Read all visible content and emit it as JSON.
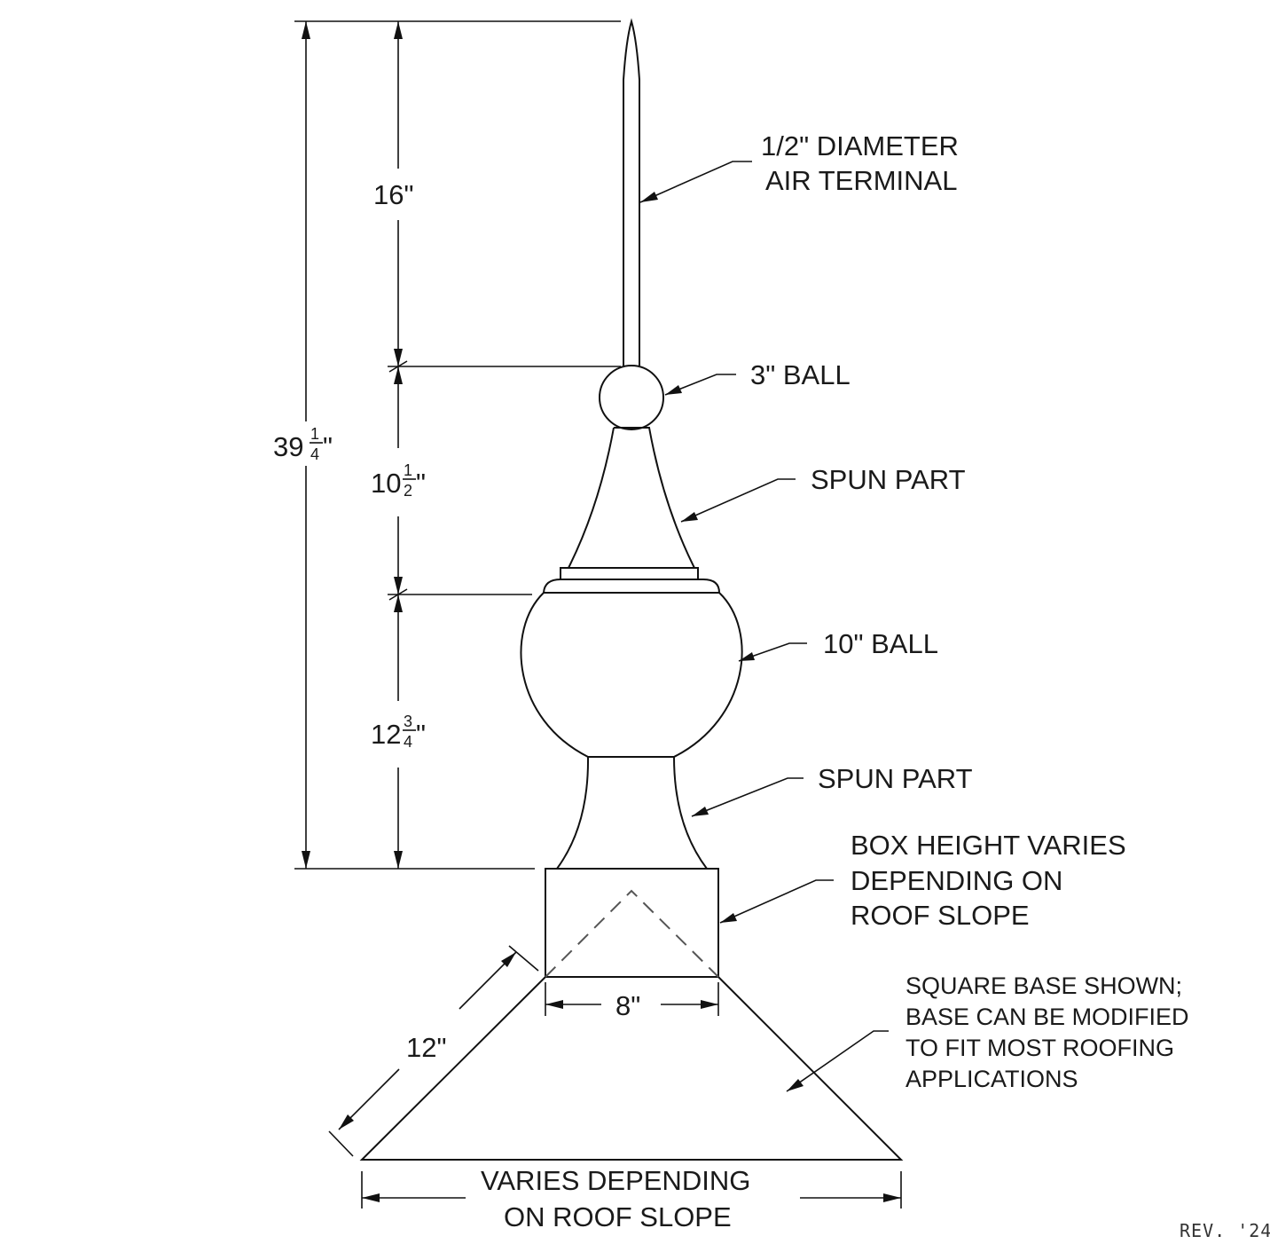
{
  "dimensions": {
    "total": {
      "whole": "39",
      "num": "1",
      "den": "4",
      "unit": "\""
    },
    "terminal": "16\"",
    "spun_upper": {
      "whole": "10",
      "num": "1",
      "den": "2",
      "unit": "\""
    },
    "ball_lower": {
      "whole": "12",
      "num": "3",
      "den": "4",
      "unit": "\""
    },
    "box_width": "8\"",
    "slope_length": "12\"",
    "base_width": [
      "VARIES DEPENDING",
      "ON ROOF SLOPE"
    ]
  },
  "callouts": {
    "air_terminal": [
      "1/2\" DIAMETER",
      "AIR TERMINAL"
    ],
    "ball_small": "3\" BALL",
    "spun_upper": "SPUN PART",
    "ball_large": "10\" BALL",
    "spun_lower": "SPUN PART",
    "box": [
      "BOX HEIGHT VARIES",
      "DEPENDING ON",
      "ROOF SLOPE"
    ],
    "base": [
      "SQUARE BASE SHOWN;",
      "BASE CAN BE MODIFIED",
      "TO FIT MOST ROOFING",
      "APPLICATIONS"
    ]
  },
  "revision": "REV. '24"
}
